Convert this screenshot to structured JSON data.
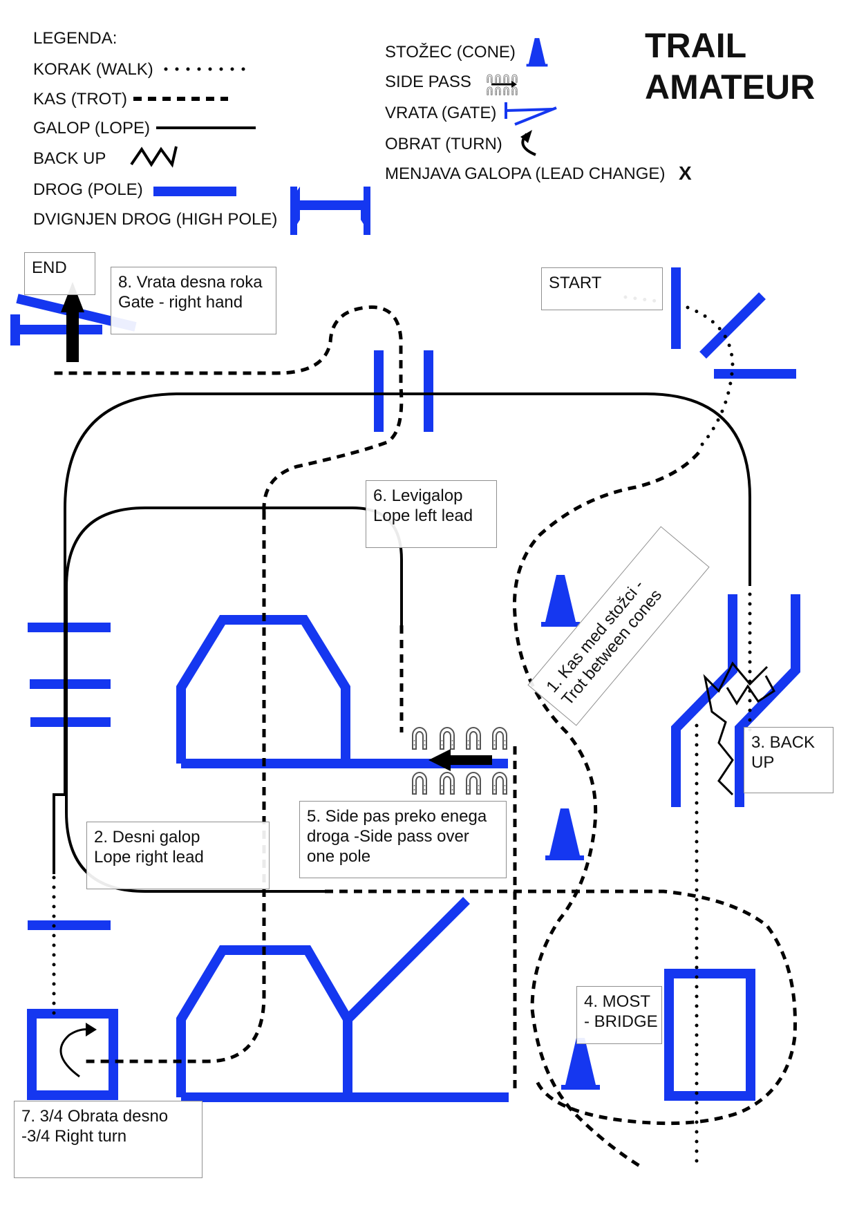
{
  "title": {
    "line1": "TRAIL",
    "line2": "AMATEUR"
  },
  "legend": {
    "heading": "LEGENDA:",
    "walk": "KORAK (WALK)",
    "trot": "KAS (TROT)",
    "lope": "GALOP (LOPE)",
    "backup": "BACK UP",
    "pole": "DROG (POLE)",
    "high_pole": "DVIGNJEN DROG (HIGH POLE)",
    "cone": "STOŽEC (CONE)",
    "sidepass": "SIDE PASS",
    "gate": "VRATA (GATE)",
    "turn": "OBRAT (TURN)",
    "lead_change": "MENJAVA GALOPA (LEAD CHANGE)",
    "lead_change_mark": "X"
  },
  "labels": {
    "start": "START",
    "end": "END",
    "s1a": "1. Kas med stožci -",
    "s1b": "Trot between cones",
    "s2a": "2. Desni galop",
    "s2b": "Lope right lead",
    "s3a": "3. BACK",
    "s3b": "UP",
    "s4a": "4. MOST",
    "s4b": "- BRIDGE",
    "s5a": "5. Side pas preko enega",
    "s5b": "droga -Side pass over",
    "s5c": "one pole",
    "s6a": "6. Levigalop",
    "s6b": "Lope left lead",
    "s7a": "7. 3/4 Obrata desno",
    "s7b": "-3/4 Right turn",
    "s8a": "8. Vrata desna roka",
    "s8b": "Gate -  right hand"
  },
  "colors": {
    "pole": "#1537f0",
    "line": "#000000",
    "box_border": "#8f8f8f"
  },
  "icons": [
    "cone-icon",
    "horseshoe-icon",
    "turn-arrow-icon",
    "arrow-icon"
  ]
}
